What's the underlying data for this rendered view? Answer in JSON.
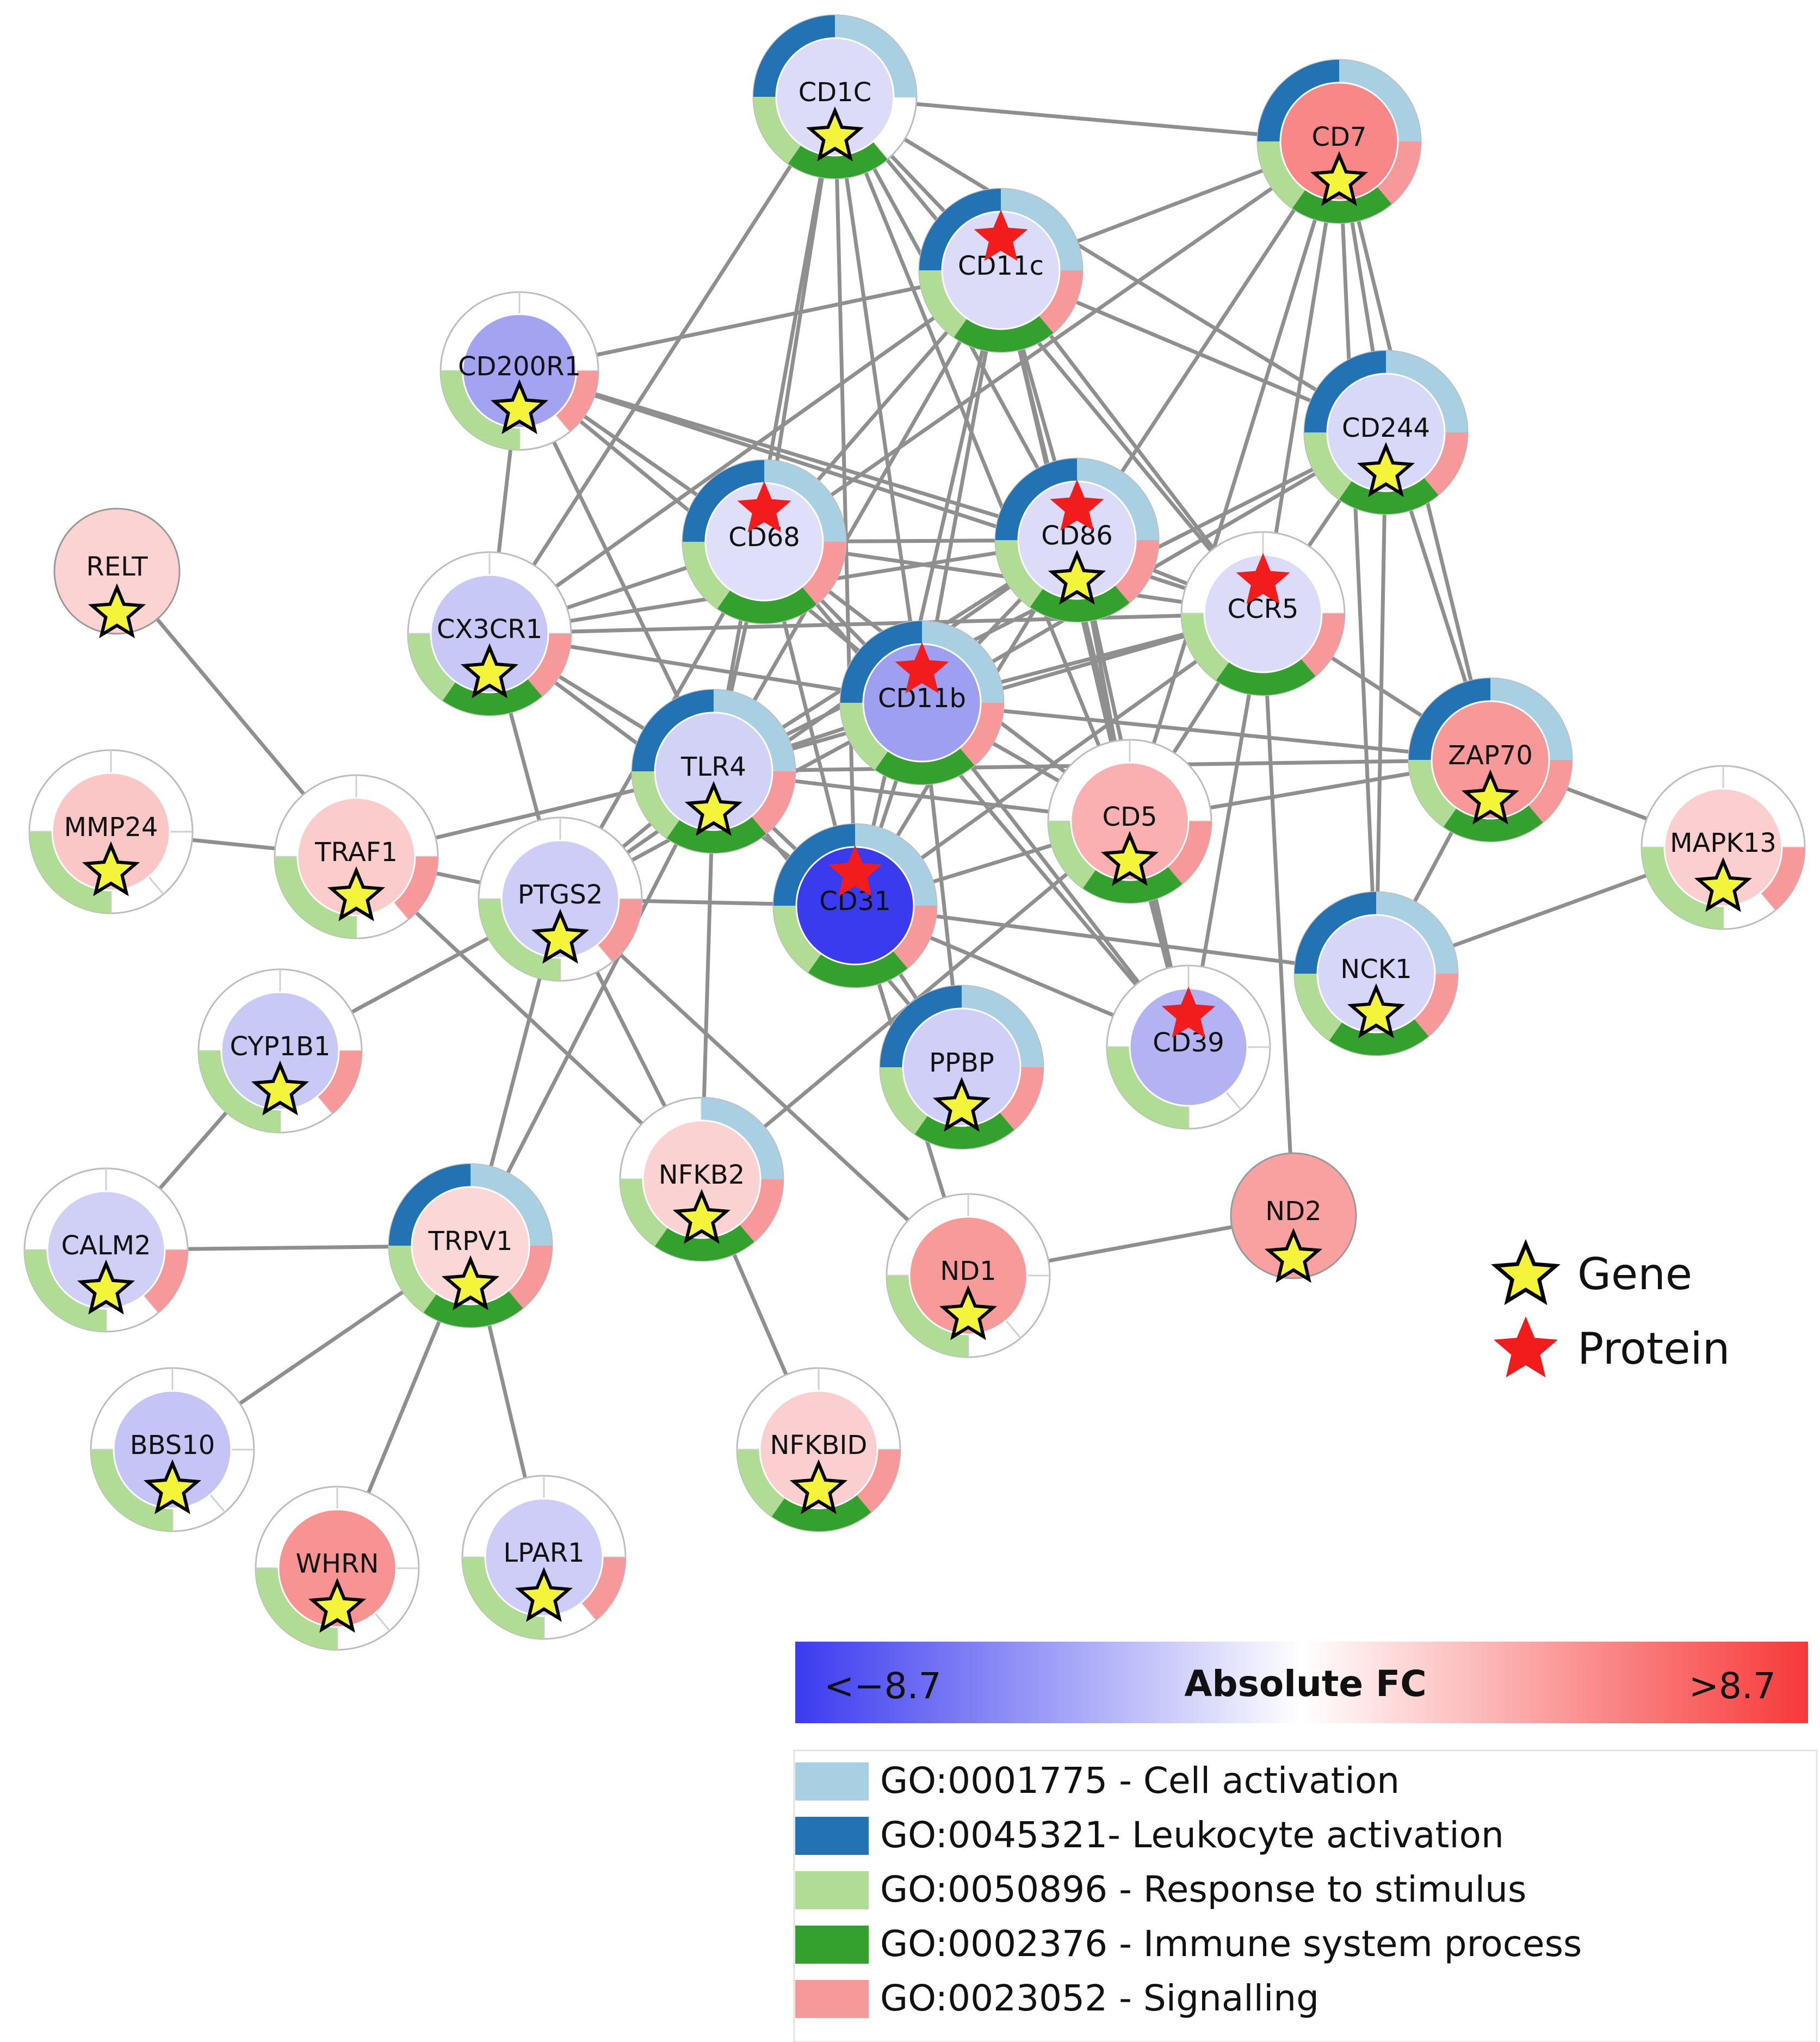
{
  "colors": {
    "fc_low": "#3b3bf0",
    "fc_mid": "#ffffff",
    "fc_high": "#f83838",
    "go_cell_activation": "#a9cfe3",
    "go_leukocyte_activation": "#2272b4",
    "go_response_to_stimulus": "#b0dc96",
    "go_immune_system_process": "#34a02e",
    "go_signalling": "#f7999a",
    "edge": "#8f8f8f",
    "gene_star": "#f4f43a",
    "protein_star": "#f21c1c"
  },
  "nodes": [
    {
      "id": "CD1C",
      "label": "CD1C",
      "fill": "#dcdcf8",
      "sectors": [
        "cell",
        "leuk",
        "resp",
        "immune"
      ],
      "markers": [
        "gene"
      ]
    },
    {
      "id": "CD7",
      "label": "CD7",
      "fill": "#f98787",
      "sectors": [
        "cell",
        "leuk",
        "resp",
        "immune",
        "sig"
      ],
      "markers": [
        "gene"
      ]
    },
    {
      "id": "CD11c",
      "label": "CD11c",
      "fill": "#dcdcf8",
      "sectors": [
        "cell",
        "leuk",
        "resp",
        "immune",
        "sig"
      ],
      "markers": [
        "protein"
      ]
    },
    {
      "id": "CD200R1",
      "label": "CD200R1",
      "fill": "#a3a3f2",
      "sectors": [
        "resp",
        "sig"
      ],
      "markers": [
        "gene"
      ]
    },
    {
      "id": "CD244",
      "label": "CD244",
      "fill": "#d8d8f8",
      "sectors": [
        "cell",
        "leuk",
        "resp",
        "immune",
        "sig"
      ],
      "markers": [
        "gene"
      ]
    },
    {
      "id": "RELT",
      "label": "RELT",
      "fill": "#fbd3d3",
      "sectors": [],
      "markers": [
        "gene"
      ]
    },
    {
      "id": "CD68",
      "label": "CD68",
      "fill": "#dfdff9",
      "sectors": [
        "cell",
        "leuk",
        "resp",
        "immune",
        "sig"
      ],
      "markers": [
        "protein"
      ]
    },
    {
      "id": "CD86",
      "label": "CD86",
      "fill": "#dcdcf8",
      "sectors": [
        "cell",
        "leuk",
        "resp",
        "immune",
        "sig"
      ],
      "markers": [
        "protein",
        "gene"
      ]
    },
    {
      "id": "CCR5",
      "label": "CCR5",
      "fill": "#dcdcf8",
      "sectors": [
        "resp",
        "immune",
        "sig"
      ],
      "markers": [
        "protein"
      ]
    },
    {
      "id": "CX3CR1",
      "label": "CX3CR1",
      "fill": "#c8c8f6",
      "sectors": [
        "resp",
        "immune",
        "sig"
      ],
      "markers": [
        "gene"
      ]
    },
    {
      "id": "CD11b",
      "label": "CD11b",
      "fill": "#9f9ff1",
      "sectors": [
        "cell",
        "leuk",
        "resp",
        "immune",
        "sig"
      ],
      "markers": [
        "protein"
      ]
    },
    {
      "id": "TLR4",
      "label": "TLR4",
      "fill": "#d2d2f7",
      "sectors": [
        "cell",
        "leuk",
        "resp",
        "immune",
        "sig"
      ],
      "markers": [
        "gene"
      ]
    },
    {
      "id": "ZAP70",
      "label": "ZAP70",
      "fill": "#f99898",
      "sectors": [
        "cell",
        "leuk",
        "resp",
        "immune",
        "sig"
      ],
      "markers": [
        "gene"
      ]
    },
    {
      "id": "MMP24",
      "label": "MMP24",
      "fill": "#fbc6c6",
      "sectors": [
        "resp"
      ],
      "markers": [
        "gene"
      ]
    },
    {
      "id": "TRAF1",
      "label": "TRAF1",
      "fill": "#fbcccc",
      "sectors": [
        "resp",
        "sig"
      ],
      "markers": [
        "gene"
      ]
    },
    {
      "id": "PTGS2",
      "label": "PTGS2",
      "fill": "#cdcdf7",
      "sectors": [
        "resp",
        "sig"
      ],
      "markers": [
        "gene"
      ]
    },
    {
      "id": "CD5",
      "label": "CD5",
      "fill": "#fab0b0",
      "sectors": [
        "resp",
        "immune",
        "sig"
      ],
      "markers": [
        "gene"
      ]
    },
    {
      "id": "CD31",
      "label": "CD31",
      "fill": "#3a3aee",
      "sectors": [
        "cell",
        "leuk",
        "resp",
        "immune",
        "sig"
      ],
      "markers": [
        "protein"
      ]
    },
    {
      "id": "MAPK13",
      "label": "MAPK13",
      "fill": "#fbcfcf",
      "sectors": [
        "resp",
        "sig"
      ],
      "markers": [
        "gene"
      ]
    },
    {
      "id": "NCK1",
      "label": "NCK1",
      "fill": "#d6d6f8",
      "sectors": [
        "cell",
        "leuk",
        "resp",
        "immune",
        "sig"
      ],
      "markers": [
        "gene"
      ]
    },
    {
      "id": "CYP1B1",
      "label": "CYP1B1",
      "fill": "#c9c9f6",
      "sectors": [
        "resp",
        "sig"
      ],
      "markers": [
        "gene"
      ]
    },
    {
      "id": "CD39",
      "label": "CD39",
      "fill": "#b3b3f4",
      "sectors": [
        "resp"
      ],
      "markers": [
        "protein"
      ]
    },
    {
      "id": "PPBP",
      "label": "PPBP",
      "fill": "#cfcff7",
      "sectors": [
        "cell",
        "leuk",
        "resp",
        "immune",
        "sig"
      ],
      "markers": [
        "gene"
      ]
    },
    {
      "id": "NFKB2",
      "label": "NFKB2",
      "fill": "#fbd2d2",
      "sectors": [
        "cell",
        "resp",
        "immune",
        "sig"
      ],
      "markers": [
        "gene"
      ]
    },
    {
      "id": "CALM2",
      "label": "CALM2",
      "fill": "#d0d0f7",
      "sectors": [
        "resp",
        "sig"
      ],
      "markers": [
        "gene"
      ]
    },
    {
      "id": "TRPV1",
      "label": "TRPV1",
      "fill": "#fbd7d7",
      "sectors": [
        "cell",
        "leuk",
        "resp",
        "immune",
        "sig"
      ],
      "markers": [
        "gene"
      ]
    },
    {
      "id": "ND1",
      "label": "ND1",
      "fill": "#f99a9a",
      "sectors": [
        "resp"
      ],
      "markers": [
        "gene"
      ]
    },
    {
      "id": "ND2",
      "label": "ND2",
      "fill": "#f9a0a0",
      "sectors": [],
      "markers": [
        "gene"
      ]
    },
    {
      "id": "BBS10",
      "label": "BBS10",
      "fill": "#c4c4f6",
      "sectors": [
        "resp"
      ],
      "markers": [
        "gene"
      ]
    },
    {
      "id": "NFKBID",
      "label": "NFKBID",
      "fill": "#fbcfcf",
      "sectors": [
        "resp",
        "immune",
        "sig"
      ],
      "markers": [
        "gene"
      ]
    },
    {
      "id": "WHRN",
      "label": "WHRN",
      "fill": "#f89393",
      "sectors": [
        "resp"
      ],
      "markers": [
        "gene"
      ]
    },
    {
      "id": "LPAR1",
      "label": "LPAR1",
      "fill": "#cdcdf7",
      "sectors": [
        "resp",
        "sig"
      ],
      "markers": [
        "gene"
      ]
    }
  ],
  "edges": [
    [
      "CD1C",
      "CD7"
    ],
    [
      "CD1C",
      "CD11c"
    ],
    [
      "CD1C",
      "CD68"
    ],
    [
      "CD1C",
      "CD86"
    ],
    [
      "CD1C",
      "CD11b"
    ],
    [
      "CD1C",
      "CD31"
    ],
    [
      "CD1C",
      "CCR5"
    ],
    [
      "CD1C",
      "TLR4"
    ],
    [
      "CD1C",
      "CX3CR1"
    ],
    [
      "CD1C",
      "CD5"
    ],
    [
      "CD1C",
      "CD244"
    ],
    [
      "CD7",
      "CD11c"
    ],
    [
      "CD7",
      "CD244"
    ],
    [
      "CD7",
      "ZAP70"
    ],
    [
      "CD7",
      "CD68"
    ],
    [
      "CD7",
      "CCR5"
    ],
    [
      "CD7",
      "CD86"
    ],
    [
      "CD7",
      "CD5"
    ],
    [
      "CD7",
      "NCK1"
    ],
    [
      "CD11c",
      "CD200R1"
    ],
    [
      "CD11c",
      "CD68"
    ],
    [
      "CD11c",
      "CD86"
    ],
    [
      "CD11c",
      "CD11b"
    ],
    [
      "CD11c",
      "CCR5"
    ],
    [
      "CD11c",
      "TLR4"
    ],
    [
      "CD11c",
      "CD31"
    ],
    [
      "CD11c",
      "CD5"
    ],
    [
      "CD11c",
      "CX3CR1"
    ],
    [
      "CD11c",
      "CD244"
    ],
    [
      "CD11c",
      "CD39"
    ],
    [
      "CD200R1",
      "CX3CR1"
    ],
    [
      "CD200R1",
      "CD68"
    ],
    [
      "CD200R1",
      "CD11b"
    ],
    [
      "CD200R1",
      "CD86"
    ],
    [
      "CD200R1",
      "CCR5"
    ],
    [
      "CD200R1",
      "TLR4"
    ],
    [
      "CD244",
      "CCR5"
    ],
    [
      "CD244",
      "ZAP70"
    ],
    [
      "CD244",
      "CD11b"
    ],
    [
      "CD244",
      "TLR4"
    ],
    [
      "CD244",
      "NCK1"
    ],
    [
      "RELT",
      "TRAF1"
    ],
    [
      "CD68",
      "CD86"
    ],
    [
      "CD68",
      "CD11b"
    ],
    [
      "CD68",
      "CX3CR1"
    ],
    [
      "CD68",
      "TLR4"
    ],
    [
      "CD68",
      "CD31"
    ],
    [
      "CD68",
      "CCR5"
    ],
    [
      "CD68",
      "CD5"
    ],
    [
      "CD68",
      "PTGS2"
    ],
    [
      "CD68",
      "CD39"
    ],
    [
      "CD86",
      "CCR5"
    ],
    [
      "CD86",
      "CD11b"
    ],
    [
      "CD86",
      "TLR4"
    ],
    [
      "CD86",
      "CD31"
    ],
    [
      "CD86",
      "CX3CR1"
    ],
    [
      "CD86",
      "CD5"
    ],
    [
      "CD86",
      "CD39"
    ],
    [
      "CD86",
      "PTGS2"
    ],
    [
      "CCR5",
      "CD11b"
    ],
    [
      "CCR5",
      "CD31"
    ],
    [
      "CCR5",
      "TLR4"
    ],
    [
      "CCR5",
      "CD5"
    ],
    [
      "CCR5",
      "CX3CR1"
    ],
    [
      "CCR5",
      "CD39"
    ],
    [
      "CCR5",
      "ND2"
    ],
    [
      "CCR5",
      "ZAP70"
    ],
    [
      "CX3CR1",
      "CD11b"
    ],
    [
      "CX3CR1",
      "TLR4"
    ],
    [
      "CX3CR1",
      "CD31"
    ],
    [
      "CX3CR1",
      "PTGS2"
    ],
    [
      "CD11b",
      "TLR4"
    ],
    [
      "CD11b",
      "CD31"
    ],
    [
      "CD11b",
      "CD5"
    ],
    [
      "CD11b",
      "ZAP70"
    ],
    [
      "CD11b",
      "PTGS2"
    ],
    [
      "CD11b",
      "PPBP"
    ],
    [
      "CD11b",
      "CD39"
    ],
    [
      "TLR4",
      "CD31"
    ],
    [
      "TLR4",
      "PTGS2"
    ],
    [
      "TLR4",
      "TRAF1"
    ],
    [
      "TLR4",
      "NFKB2"
    ],
    [
      "TLR4",
      "PPBP"
    ],
    [
      "TLR4",
      "CD5"
    ],
    [
      "TLR4",
      "TRPV1"
    ],
    [
      "ZAP70",
      "CD5"
    ],
    [
      "ZAP70",
      "NCK1"
    ],
    [
      "ZAP70",
      "MAPK13"
    ],
    [
      "ZAP70",
      "TLR4"
    ],
    [
      "MMP24",
      "TRAF1"
    ],
    [
      "TRAF1",
      "PTGS2"
    ],
    [
      "TRAF1",
      "NFKB2"
    ],
    [
      "PTGS2",
      "CD31"
    ],
    [
      "PTGS2",
      "CYP1B1"
    ],
    [
      "PTGS2",
      "NFKB2"
    ],
    [
      "PTGS2",
      "TRPV1"
    ],
    [
      "PTGS2",
      "ND1"
    ],
    [
      "CD5",
      "CD31"
    ],
    [
      "CD5",
      "CD39"
    ],
    [
      "CD5",
      "NFKB2"
    ],
    [
      "CD31",
      "PPBP"
    ],
    [
      "CD31",
      "CD39"
    ],
    [
      "CD31",
      "NCK1"
    ],
    [
      "CD31",
      "ND1"
    ],
    [
      "MAPK13",
      "NCK1"
    ],
    [
      "CYP1B1",
      "CALM2"
    ],
    [
      "CALM2",
      "TRPV1"
    ],
    [
      "TRPV1",
      "BBS10"
    ],
    [
      "TRPV1",
      "WHRN"
    ],
    [
      "TRPV1",
      "LPAR1"
    ],
    [
      "NFKB2",
      "NFKBID"
    ],
    [
      "ND1",
      "ND2"
    ]
  ],
  "legend": {
    "gene_label": "Gene",
    "protein_label": "Protein"
  },
  "colorbar": {
    "min_label": "<−8.7",
    "title": "Absolute FC",
    "max_label": ">8.7"
  },
  "go_terms": [
    {
      "key": "cell",
      "label": "GO:0001775 - Cell activation"
    },
    {
      "key": "leuk",
      "label": "GO:0045321- Leukocyte activation"
    },
    {
      "key": "resp",
      "label": "GO:0050896 - Response to stimulus"
    },
    {
      "key": "immune",
      "label": "GO:0002376 - Immune system process"
    },
    {
      "key": "sig",
      "label": "GO:0023052 -  Signalling"
    }
  ]
}
